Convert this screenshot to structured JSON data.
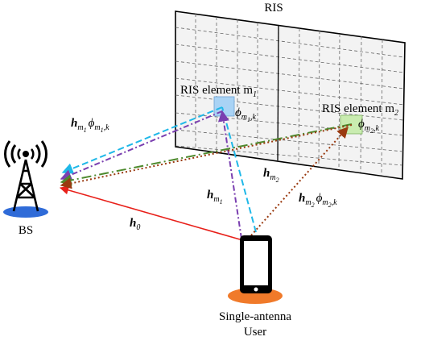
{
  "ris_title": "RIS",
  "element_m1_label": "RIS element m",
  "element_m1_sub": "1",
  "element_m2_label": "RIS element m",
  "element_m2_sub": "2",
  "bs_label": "BS",
  "user_label_line1": "Single-antenna",
  "user_label_line2": "User",
  "h0": {
    "base": "h",
    "sub": "0"
  },
  "hm1": {
    "base": "h",
    "sub": "m",
    "subsub": "1"
  },
  "hm2": {
    "base": "h",
    "sub": "m",
    "subsub": "2"
  },
  "hm1phi": {
    "base": "h",
    "sub": "m",
    "subsub": "1",
    "phi": "ϕ",
    "phisub": "m",
    "phisubsub": "1",
    "k": ",k"
  },
  "hm2phi": {
    "base": "h",
    "sub": "m",
    "subsub": "2",
    "phi": "ϕ",
    "phisub": "m",
    "phisubsub": "2",
    "k": ",k"
  },
  "phi_m1k": {
    "phi": "ϕ",
    "sub": "m",
    "subsub": "1",
    "k": ",k"
  },
  "phi_m2k": {
    "phi": "ϕ",
    "sub": "m",
    "subsub": "2",
    "k": ",k"
  },
  "colors": {
    "direct": "#e8201a",
    "cyan": "#1fb8e8",
    "purple": "#7a3fb0",
    "green": "#4e8a2e",
    "brown": "#9a3a10",
    "platform": "#2f6bd8",
    "user_disc": "#f07a2a",
    "element_m1": "#a9d3f5",
    "element_m2": "#c9ecb0"
  },
  "icons": {
    "bs": "cell-tower-icon",
    "user": "smartphone-icon"
  }
}
